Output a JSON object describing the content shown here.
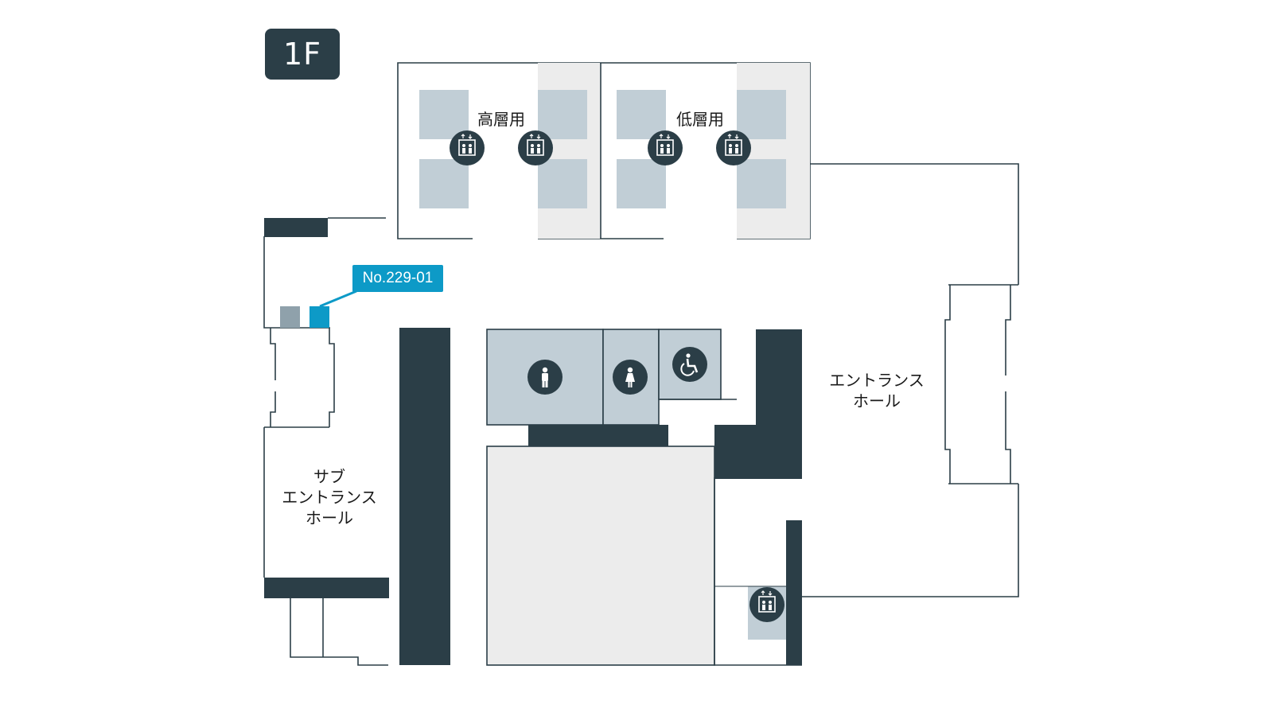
{
  "floor": {
    "label": "1F"
  },
  "labels": {
    "high_rise": "高層用",
    "low_rise": "低層用",
    "entrance_hall_line1": "エントランス",
    "entrance_hall_line2": "ホール",
    "sub_entrance_line1": "サブ",
    "sub_entrance_line2": "エントランス",
    "sub_entrance_line3": "ホール"
  },
  "marker": {
    "label": "No.229-01",
    "color": "#0d9ac7"
  },
  "icons": {
    "elevator": "elevator-icon",
    "mens_restroom": "male-restroom-icon",
    "womens_restroom": "female-restroom-icon",
    "accessible_restroom": "wheelchair-icon"
  },
  "colors": {
    "wall_dark": "#2b3e47",
    "room_blue": "#c1ced6",
    "area_grey": "#ececec",
    "line": "#2b3e47",
    "marker": "#0d9ac7",
    "marker_neighbor": "#8fa1ab"
  }
}
